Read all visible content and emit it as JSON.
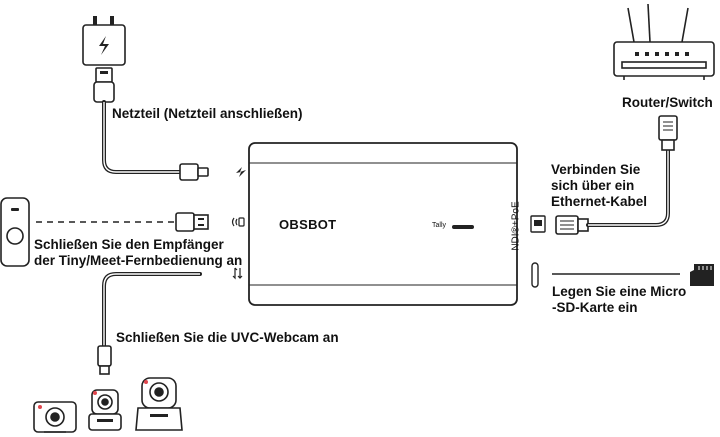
{
  "device": {
    "brand": "OBSBOT",
    "tally": "Tally",
    "ndi_port_label": "NDI®+PoE"
  },
  "labels": {
    "power": "Netzteil (Netzteil anschließen)",
    "receiver": [
      "Schließen Sie den Empfänger",
      "der Tiny/Meet-Fernbedienung an"
    ],
    "webcam": "Schließen Sie die UVC-Webcam an",
    "router": "Router/Switch",
    "ethernet": [
      "Verbinden Sie",
      "sich über ein",
      "Ethernet-Kabel"
    ],
    "sdcard": [
      "Legen Sie eine Micro",
      "-SD-Karte ein"
    ]
  },
  "icons": [
    "power-adapter-icon",
    "remote-receiver-icon",
    "webcam-icons",
    "router-icon",
    "ethernet-plug-icon",
    "sd-card-icon"
  ]
}
